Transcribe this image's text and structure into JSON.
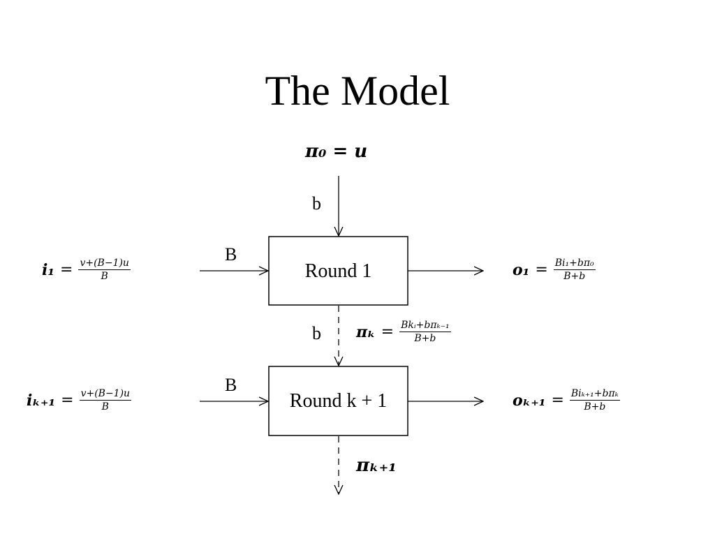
{
  "slide": {
    "title": "The Model"
  },
  "diagram": {
    "top_input": "π₀ = u",
    "boxes": [
      {
        "label": "Round 1"
      },
      {
        "label": "Round k + 1"
      }
    ],
    "edge_labels": {
      "b_top": "b",
      "b_middle": "b",
      "B_round1": "B",
      "B_roundk": "B"
    },
    "equations": {
      "i1": {
        "lhs": "i₁",
        "rel": "=",
        "num": "v+(B−1)u",
        "den": "B"
      },
      "ik1": {
        "lhs": "iₖ₊₁",
        "rel": "=",
        "num": "v+(B−1)u",
        "den": "B"
      },
      "o1": {
        "lhs": "o₁",
        "rel": "=",
        "num": "Bi₁+bπ₀",
        "den": "B+b"
      },
      "ok1": {
        "lhs": "oₖ₊₁",
        "rel": "=",
        "num": "Biₖ₊₁+bπₖ",
        "den": "B+b"
      },
      "pik": {
        "lhs": "πₖ",
        "rel": "=",
        "num": "Bkᵢ+bπₖ₋₁",
        "den": "B+b"
      }
    },
    "bottom_output": "πₖ₊₁"
  }
}
